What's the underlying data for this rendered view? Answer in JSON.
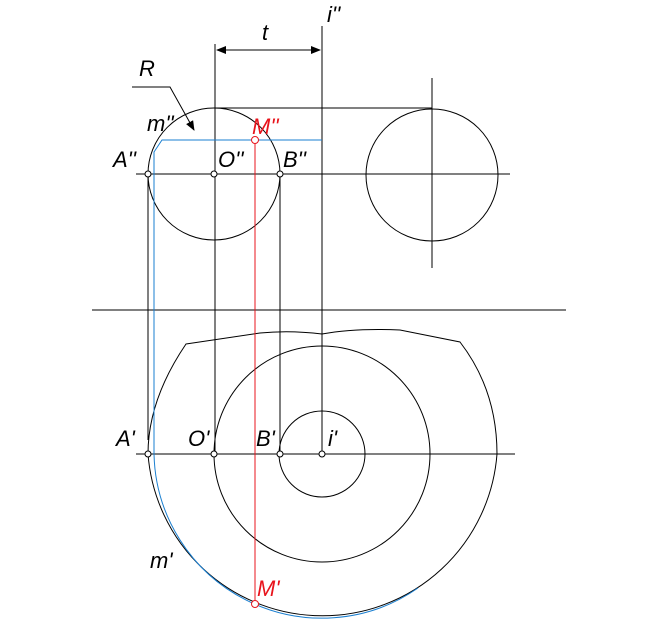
{
  "colors": {
    "line": "#000000",
    "accent_red": "#e8141c",
    "accent_blue": "#1a7fd0"
  },
  "labels": {
    "t": "t",
    "i_double": "i''",
    "R": "R",
    "m_double": "m''",
    "M_double": "M''",
    "A_double": "A''",
    "O_double": "O''",
    "B_double": "B''",
    "A_prime": "A'",
    "O_prime": "O'",
    "B_prime": "B'",
    "i_prime": "i'",
    "m_prime": "m'",
    "M_prime": "M'"
  }
}
